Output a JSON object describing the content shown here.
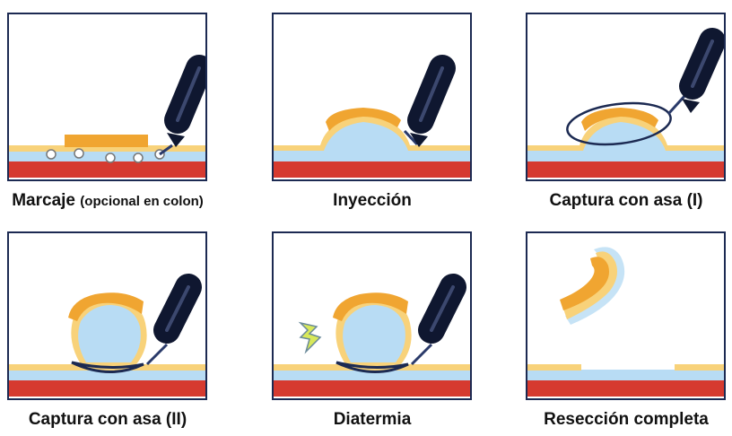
{
  "steps": [
    {
      "label": "Marcaje",
      "note": "(opcional en colon)"
    },
    {
      "label": "Inyección",
      "note": ""
    },
    {
      "label": "Captura con asa (I)",
      "note": ""
    },
    {
      "label": "Captura con asa (II)",
      "note": ""
    },
    {
      "label": "Diatermia",
      "note": ""
    },
    {
      "label": "Resección completa",
      "note": ""
    }
  ],
  "colors": {
    "frame": "#1c2a52",
    "mucosa_yellow": "#f8d27a",
    "submucosa_blue": "#b8dcf4",
    "muscle_red": "#d63a2f",
    "lesion_orange": "#f0a531",
    "endoscope": "#0f1730",
    "snare": "#1c2a52",
    "spark": "#d8e85a"
  },
  "icons": {
    "endoscope": "endoscope-icon",
    "snare": "snare-loop-icon",
    "spark": "diathermy-spark-icon"
  }
}
